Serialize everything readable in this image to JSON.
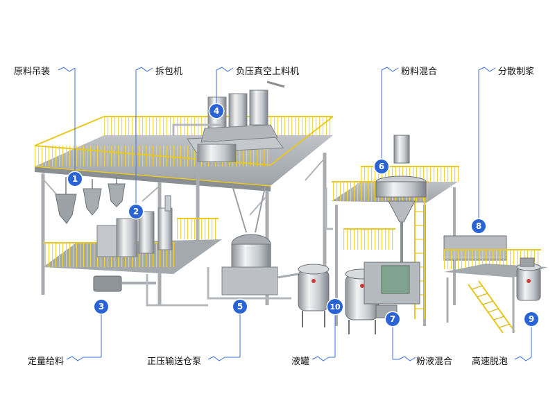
{
  "diagram": {
    "callouts": [
      {
        "num": "1",
        "label": "原料吊装"
      },
      {
        "num": "2",
        "label": "拆包机"
      },
      {
        "num": "3",
        "label": "定量给料"
      },
      {
        "num": "4",
        "label": "负压真空上料机"
      },
      {
        "num": "5",
        "label": "正压输送仓泵"
      },
      {
        "num": "6",
        "label": "粉料混合"
      },
      {
        "num": "7",
        "label": "粉液混合"
      },
      {
        "num": "8",
        "label": "分散制浆"
      },
      {
        "num": "9",
        "label": "高速脱泡"
      },
      {
        "num": "10",
        "label": "液罐"
      }
    ],
    "colors": {
      "badge": "#2a63d4",
      "railing": "#f2d43a",
      "steel": "#b9bcc0",
      "leader_line": "#3a6fd8"
    }
  }
}
